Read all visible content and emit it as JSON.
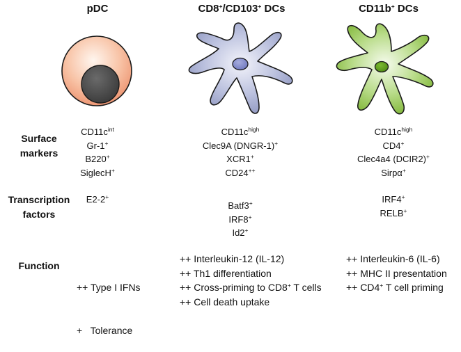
{
  "columns": [
    {
      "title": "pDC",
      "title_sup": ""
    },
    {
      "title": "CD8",
      "title_sup": "+",
      "title_mid": "/CD103",
      "title_sup2": "+",
      "title_end": " DCs"
    },
    {
      "title": "CD11b",
      "title_sup": "+",
      "title_end": " DCs"
    }
  ],
  "row_labels": {
    "surface": [
      "Surface",
      "markers"
    ],
    "transcription": [
      "Transcription",
      "factors"
    ],
    "function": "Function"
  },
  "surface_markers": {
    "pdc": [
      {
        "t": "CD11c",
        "s": "int"
      },
      {
        "t": "Gr-1",
        "s": "+"
      },
      {
        "t": "B220",
        "s": "+"
      },
      {
        "t": "SiglecH",
        "s": "+"
      }
    ],
    "cd8": [
      {
        "t": "CD11c",
        "s": "high"
      },
      {
        "t": "Clec9A (DNGR-1)",
        "s": "+"
      },
      {
        "t": "XCR1",
        "s": "+"
      },
      {
        "t": "CD24",
        "s": "++"
      }
    ],
    "cd11b": [
      {
        "t": "CD11c",
        "s": "high"
      },
      {
        "t": "CD4",
        "s": "+"
      },
      {
        "t": "Clec4a4 (DCIR2)",
        "s": "+"
      },
      {
        "t": "Sirpα",
        "s": "+"
      }
    ]
  },
  "transcription_factors": {
    "pdc": [
      {
        "t": "E2-2",
        "s": "+"
      }
    ],
    "cd8": [
      {
        "t": "Batf3",
        "s": "+"
      },
      {
        "t": "IRF8",
        "s": "+"
      },
      {
        "t": "Id2",
        "s": "+"
      }
    ],
    "cd11b": [
      {
        "t": "IRF4",
        "s": "+"
      },
      {
        "t": "RELB",
        "s": "+"
      }
    ]
  },
  "function": {
    "pdc": [
      "++ Type I IFNs",
      "+   Tolerance"
    ],
    "cd8": [
      {
        "t": "++ Interleukin-12 (IL-12)"
      },
      {
        "t": "++ Th1 differentiation"
      },
      {
        "t": "++ Cross-priming to CD8",
        "s": "+",
        "e": " T cells"
      },
      {
        "t": "++ Cell death uptake"
      }
    ],
    "cd11b": [
      {
        "t": "++ Interleukin-6 (IL-6)"
      },
      {
        "t": "++ MHC II presentation"
      },
      {
        "t": "++ CD4",
        "s": "+",
        "e": " T cell priming"
      }
    ]
  },
  "colors": {
    "pdc_cell": "#f4a789",
    "pdc_nucleus": "#4a4a4a",
    "cd8_cell": "#9ea6cc",
    "cd8_nucleus": "#7d86c8",
    "cd11b_cell": "#8cbf3f",
    "cd11b_nucleus": "#5f9a1d"
  }
}
